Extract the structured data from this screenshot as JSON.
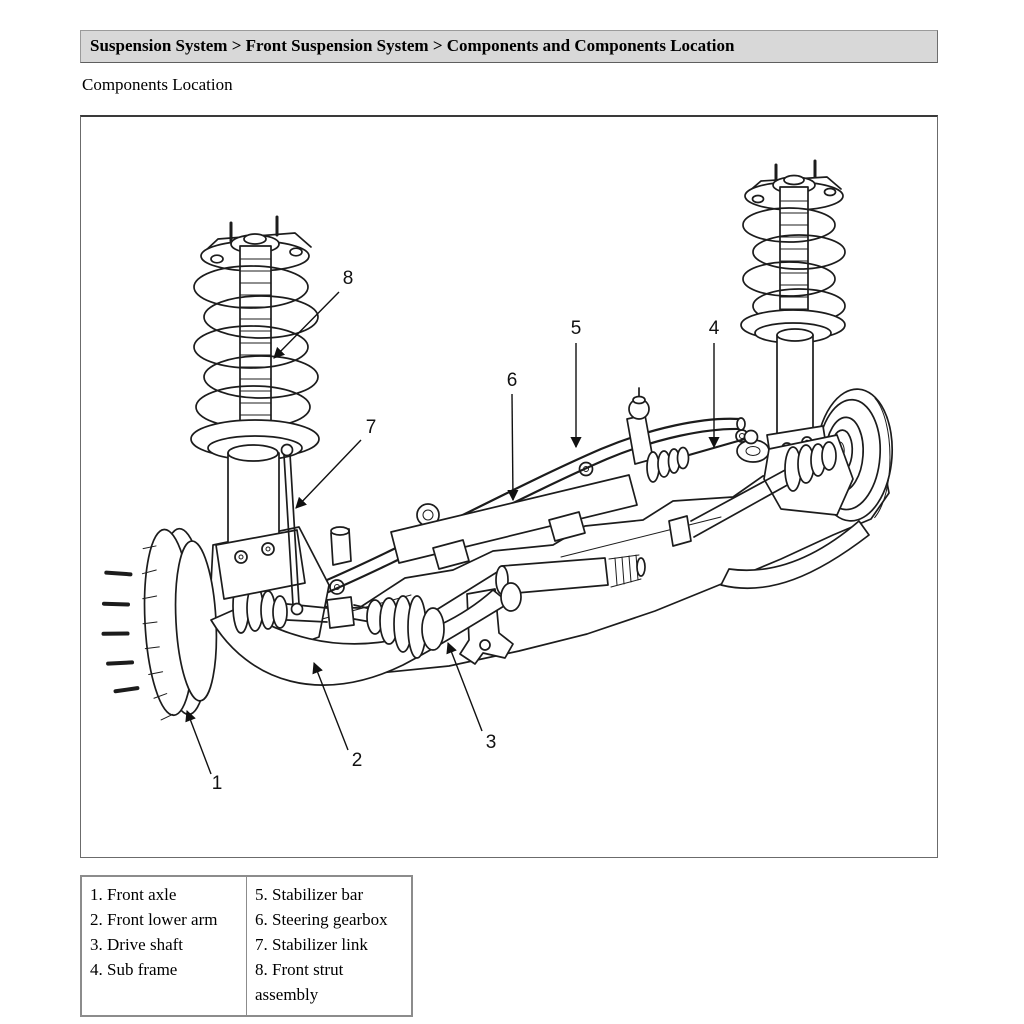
{
  "breadcrumb": {
    "text": "Suspension System > Front Suspension System > Components and Components Location"
  },
  "section_title": "Components Location",
  "figure": {
    "description": "Isometric line drawing of front suspension assembly with numbered callouts",
    "callouts": [
      {
        "num": "1"
      },
      {
        "num": "2"
      },
      {
        "num": "3"
      },
      {
        "num": "4"
      },
      {
        "num": "5"
      },
      {
        "num": "6"
      },
      {
        "num": "7"
      },
      {
        "num": "8"
      }
    ]
  },
  "legend": {
    "left_column": [
      "1. Front axle",
      "2. Front lower arm",
      "3. Drive shaft",
      "4. Sub frame"
    ],
    "right_column": [
      "5. Stabilizer bar",
      "6. Steering gearbox",
      "7. Stabilizer link",
      "8. Front strut assembly"
    ]
  },
  "colors": {
    "header_bg": "#d8d8d8",
    "border_gray": "#8c8c8c",
    "line_ink": "#1c1c1c"
  }
}
